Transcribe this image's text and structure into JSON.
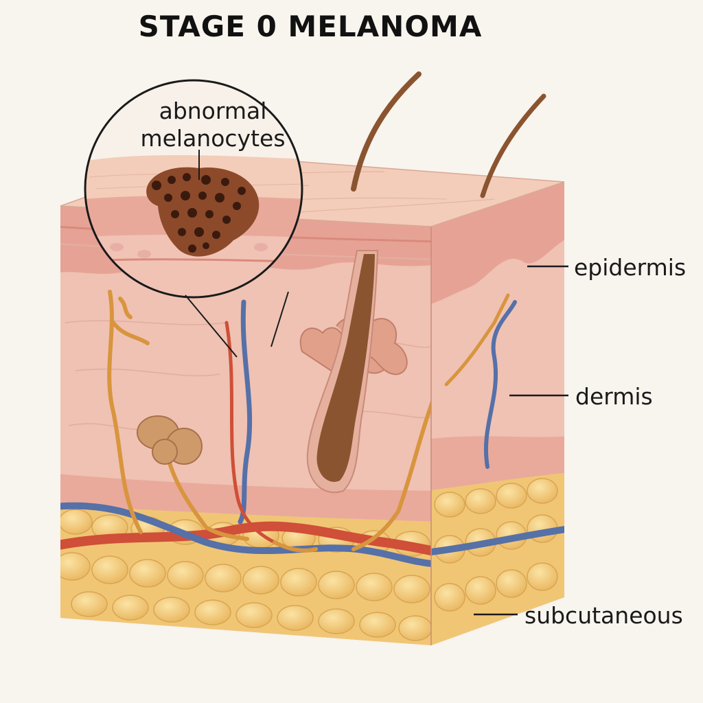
{
  "title": "STAGE 0 MELANOMA",
  "callout": {
    "line1": "abnormal",
    "line2": "melanocytes"
  },
  "labels": {
    "epidermis": "epidermis",
    "dermis": "dermis",
    "subcutaneous": "subcutaneous"
  },
  "colors": {
    "skin_surface": "#f2c8b4",
    "epidermis": "#e8a79a",
    "dermis": "#efc0b2",
    "subcutaneous_fat": "#f2c97a",
    "artery": "#d4543c",
    "vein": "#5a73a8",
    "nerve": "#d8953e",
    "hair": "#8a5430",
    "melanoma": "#5c2a16"
  }
}
